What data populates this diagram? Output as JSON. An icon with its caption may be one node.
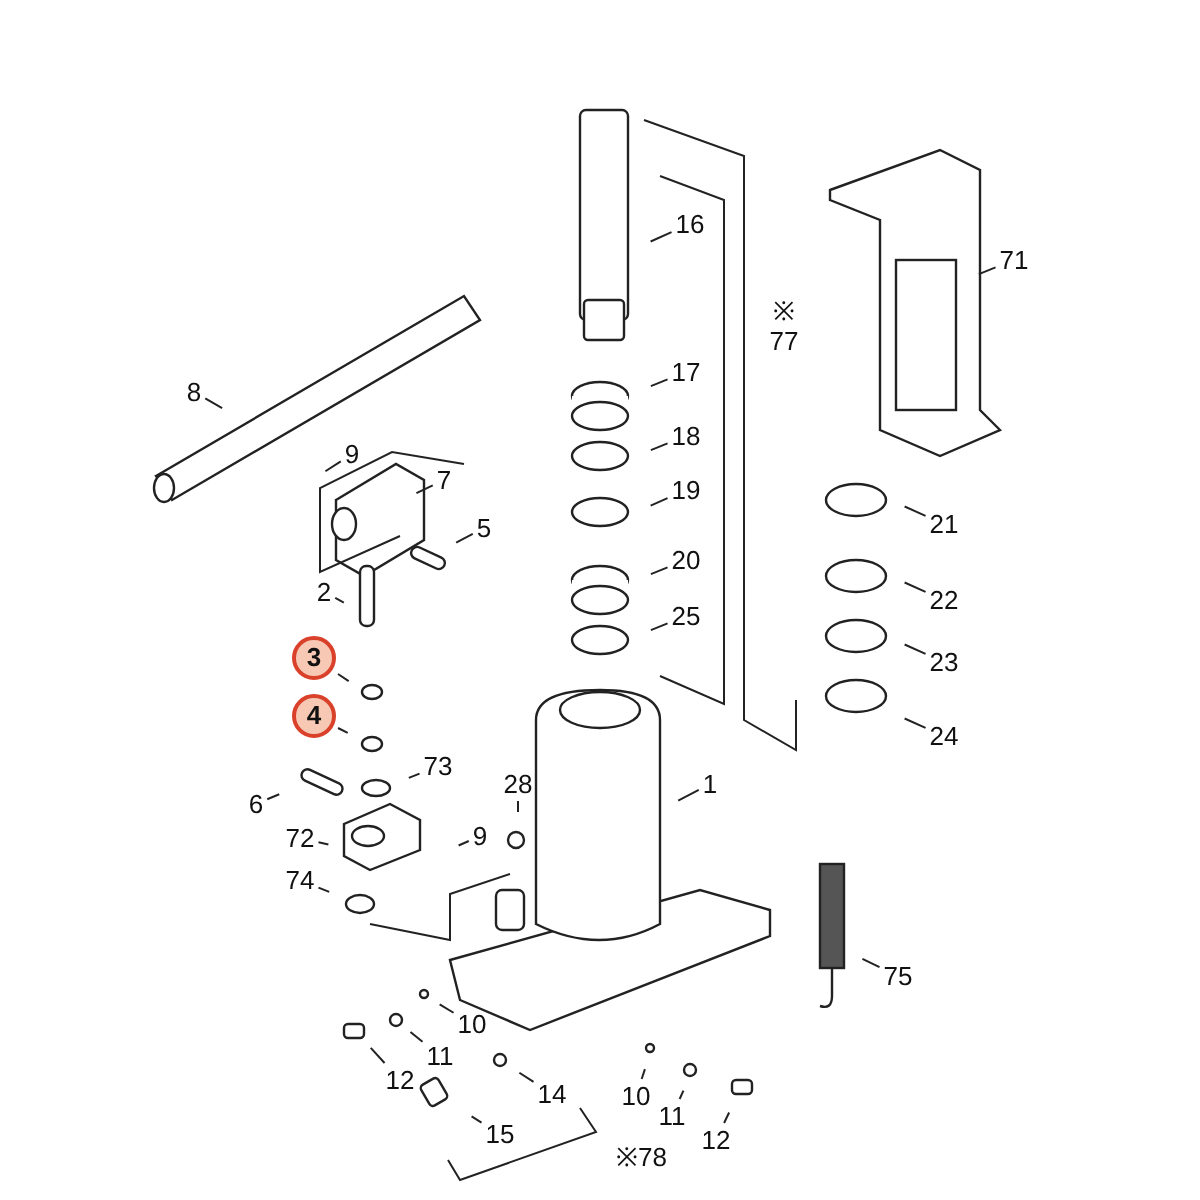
{
  "diagram": {
    "nodes": [
      {
        "text": [
          "16"
        ]
      },
      {
        "text": [
          "71"
        ]
      },
      {
        "text": [
          "17"
        ]
      },
      {
        "text": [
          "8"
        ]
      },
      {
        "text": [
          "18"
        ]
      },
      {
        "text": [
          "9"
        ]
      },
      {
        "text": [
          "7"
        ]
      },
      {
        "text": [
          "19"
        ]
      },
      {
        "text": [
          "21"
        ]
      },
      {
        "text": [
          "5"
        ]
      },
      {
        "text": [
          "20"
        ]
      },
      {
        "text": [
          "22"
        ]
      },
      {
        "text": [
          "2"
        ]
      },
      {
        "text": [
          "25"
        ]
      },
      {
        "text": [
          "23"
        ]
      },
      {
        "text": [
          "3"
        ]
      },
      {
        "text": [
          "4"
        ]
      },
      {
        "text": [
          "24"
        ]
      },
      {
        "text": [
          "73"
        ]
      },
      {
        "text": [
          "1"
        ]
      },
      {
        "text": [
          "6"
        ]
      },
      {
        "text": [
          "28"
        ]
      },
      {
        "text": [
          "72"
        ]
      },
      {
        "text": [
          "9"
        ]
      },
      {
        "text": [
          "74"
        ]
      },
      {
        "text": [
          "75"
        ]
      },
      {
        "text": [
          "10"
        ]
      },
      {
        "text": [
          "11"
        ]
      },
      {
        "text": [
          "12"
        ]
      },
      {
        "text": [
          "14"
        ]
      },
      {
        "text": [
          "10"
        ]
      },
      {
        "text": [
          "11"
        ]
      },
      {
        "text": [
          "12"
        ]
      },
      {
        "text": [
          "15"
        ]
      }
    ],
    "edges": [
      {
        "from": 0,
        "to": null,
        "arrow": "none"
      },
      {
        "from": 1,
        "to": null,
        "arrow": "none"
      },
      {
        "from": 2,
        "to": null,
        "arrow": "none"
      },
      {
        "from": 3,
        "to": null,
        "arrow": "none"
      },
      {
        "from": 4,
        "to": null,
        "arrow": "none"
      },
      {
        "from": 5,
        "to": null,
        "arrow": "none"
      },
      {
        "from": 6,
        "to": null,
        "arrow": "none"
      },
      {
        "from": 7,
        "to": null,
        "arrow": "none"
      },
      {
        "from": 8,
        "to": null,
        "arrow": "none"
      },
      {
        "from": 9,
        "to": null,
        "arrow": "none"
      },
      {
        "from": 10,
        "to": null,
        "arrow": "none"
      },
      {
        "from": 11,
        "to": null,
        "arrow": "none"
      },
      {
        "from": 12,
        "to": null,
        "arrow": "none"
      },
      {
        "from": 13,
        "to": null,
        "arrow": "none"
      },
      {
        "from": 14,
        "to": null,
        "arrow": "none"
      },
      {
        "from": 15,
        "to": null,
        "arrow": "none"
      },
      {
        "from": 16,
        "to": null,
        "arrow": "none"
      },
      {
        "from": 17,
        "to": null,
        "arrow": "none"
      },
      {
        "from": 18,
        "to": null,
        "arrow": "none"
      },
      {
        "from": 19,
        "to": null,
        "arrow": "none"
      },
      {
        "from": 20,
        "to": null,
        "arrow": "none"
      },
      {
        "from": 21,
        "to": null,
        "arrow": "none"
      },
      {
        "from": 22,
        "to": null,
        "arrow": "none"
      },
      {
        "from": 23,
        "to": null,
        "arrow": "none"
      },
      {
        "from": 24,
        "to": null,
        "arrow": "none"
      },
      {
        "from": 25,
        "to": null,
        "arrow": "none"
      },
      {
        "from": 26,
        "to": null,
        "arrow": "none"
      },
      {
        "from": 27,
        "to": null,
        "arrow": "none"
      },
      {
        "from": 28,
        "to": null,
        "arrow": "none"
      },
      {
        "from": 29,
        "to": null,
        "arrow": "none"
      },
      {
        "from": 30,
        "to": null,
        "arrow": "none"
      },
      {
        "from": 31,
        "to": null,
        "arrow": "none"
      },
      {
        "from": 32,
        "to": null,
        "arrow": "none"
      },
      {
        "from": 33,
        "to": null,
        "arrow": "none"
      }
    ],
    "labels": [
      "※ 77",
      "※78"
    ]
  }
}
